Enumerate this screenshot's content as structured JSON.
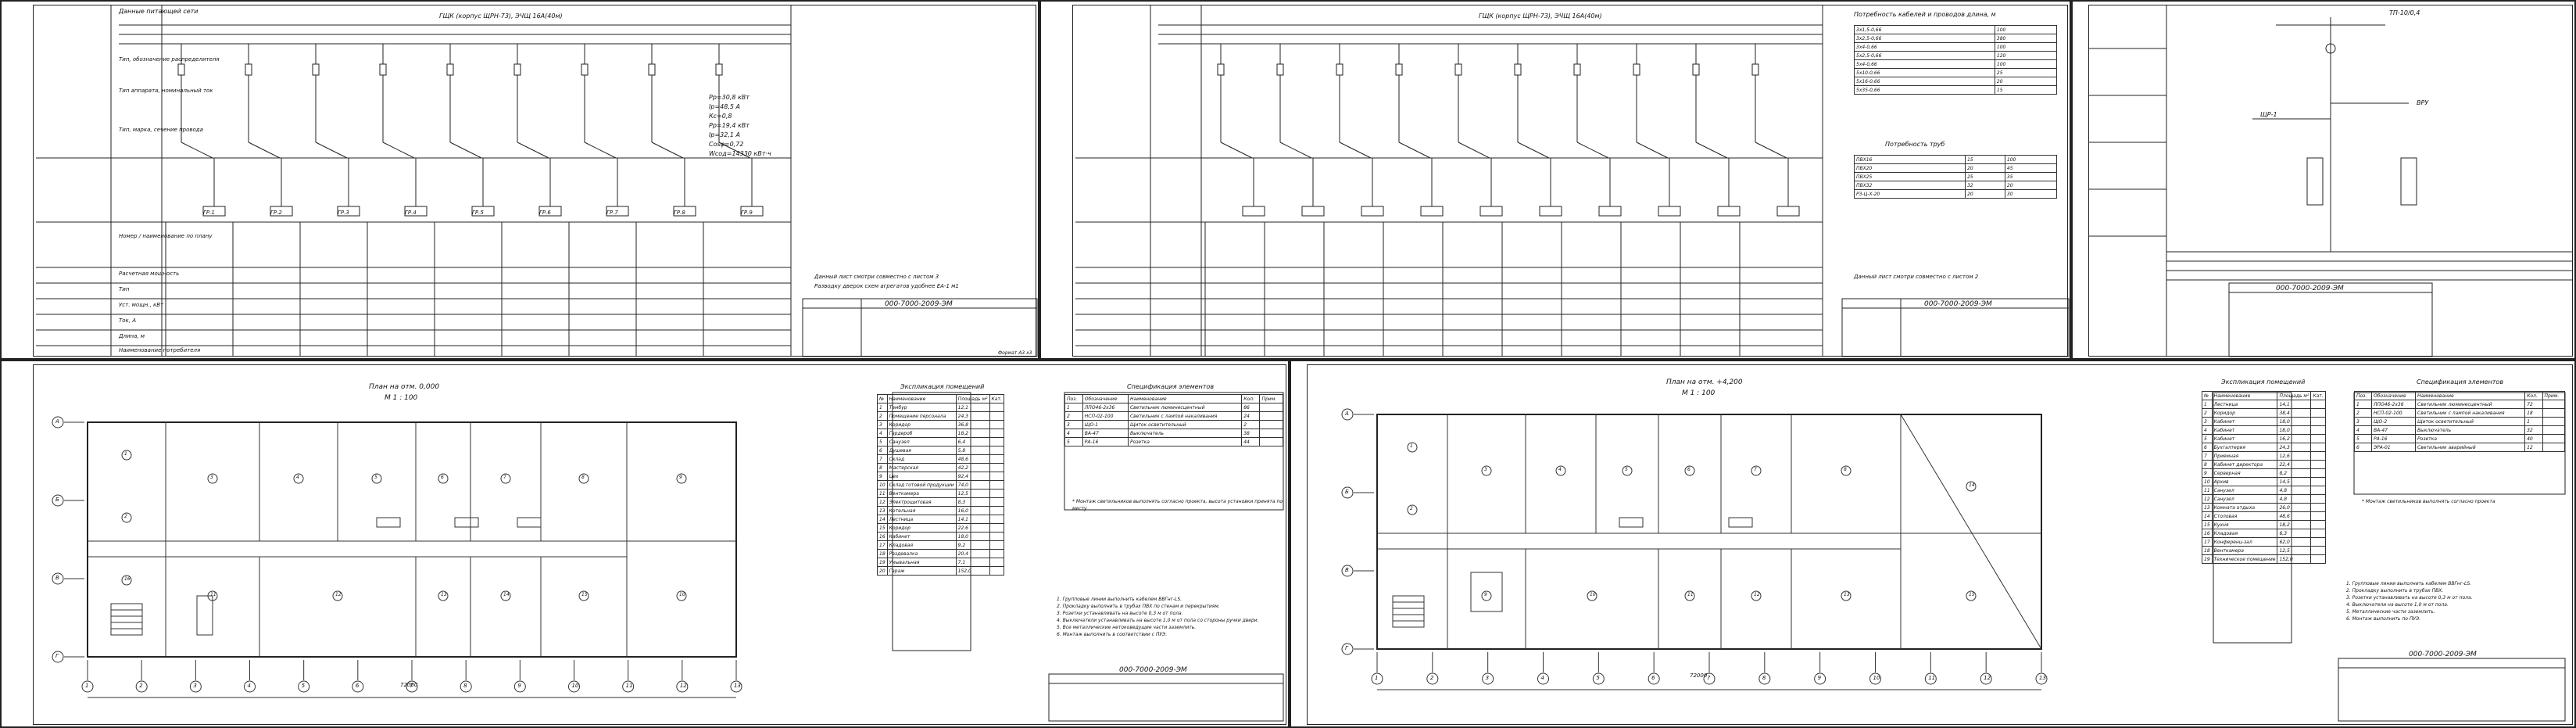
{
  "sheet1": {
    "panel_title": "ГЩК (корпус ЩРН-73), ЭЧЩ 16А(40м)",
    "side_notes": [
      "Данные питающей сети",
      "Тип, обозначение распределителя",
      "Тип аппарата, номинальный ток",
      "Тип, марка, сечение провода",
      "Номер / наименование по плану"
    ],
    "calc_text": [
      "Рр=30,8 кВт",
      "Iр=48,5 А",
      "Кс=0,8",
      "Рр=19,4 кВт",
      "Ip=32,1 А",
      "Cosφ=0,72",
      "Wсод=14330 кВт·ч"
    ],
    "groups": [
      "ГР.1",
      "ГР.2",
      "ГР.3",
      "ГР.4",
      "ГР.5",
      "ГР.6",
      "ГР.7",
      "ГР.8",
      "ГР.9"
    ],
    "rows_left": [
      "Расчетная мощность",
      "Тип",
      "Уст. мощн., кВт",
      "Ток, А",
      "Длина, м",
      "Наименование потребителя"
    ],
    "footer_note": "Данный лист смотри совместно с листом 3",
    "footer_note2": "Разводку дверок схем агрегатов удобнее ЕА-1 м1",
    "doc_code": "000-7000-2009-ЭМ",
    "sheet_code": "Формат А3 х3"
  },
  "sheet2": {
    "panel_title": "ГЩК (корпус ЩРН-73), ЭЧЩ 16А(40м)",
    "table1_title": "Потребность кабелей и проводов длина, м",
    "table1_rows": [
      [
        "3х1,5-0,66",
        "100"
      ],
      [
        "3х2,5-0,66",
        "380"
      ],
      [
        "3х4-0,66",
        "100"
      ],
      [
        "5х2,5-0,66",
        "120"
      ],
      [
        "5х4-0,66",
        "100"
      ],
      [
        "5х10-0,66",
        "25"
      ],
      [
        "5х16-0,66",
        "20"
      ],
      [
        "5х35-0,66",
        "15"
      ]
    ],
    "table2_title": "Потребность труб",
    "table2_rows": [
      [
        "ПВХ16",
        "15",
        "100"
      ],
      [
        "ПВХ20",
        "20",
        "45"
      ],
      [
        "ПВХ25",
        "25",
        "35"
      ],
      [
        "ПВХ32",
        "32",
        "20"
      ],
      [
        "РЗ-Ц-Х-20",
        "20",
        "30"
      ]
    ],
    "footer_note": "Данный лист смотри совместно с листом 2",
    "doc_code": "000-7000-2009-ЭМ"
  },
  "sheet3": {
    "title": "Однолинейная схема",
    "labels": [
      "ТП-10/0,4",
      "ВРУ",
      "ЩР-1"
    ],
    "doc_code": "000-7000-2009-ЭМ"
  },
  "plan1": {
    "title": "План на отм. 0,000",
    "scale": "М 1 : 100",
    "room_table_title": "Экспликация помещений",
    "room_headers": [
      "№",
      "Наименование",
      "Площадь м²",
      "Кат."
    ],
    "rooms": [
      [
        "1",
        "Тамбур",
        "12,1"
      ],
      [
        "2",
        "Помещение персонала",
        "24,3"
      ],
      [
        "3",
        "Коридор",
        "36,8"
      ],
      [
        "4",
        "Гардероб",
        "18,2"
      ],
      [
        "5",
        "Санузел",
        "6,4"
      ],
      [
        "6",
        "Душевая",
        "5,8"
      ],
      [
        "7",
        "Склад",
        "48,6"
      ],
      [
        "8",
        "Мастерская",
        "42,2"
      ],
      [
        "9",
        "Цех",
        "92,4"
      ],
      [
        "10",
        "Склад готовой продукции",
        "74,0"
      ],
      [
        "11",
        "Венткамера",
        "12,5"
      ],
      [
        "12",
        "Электрощитовая",
        "8,3"
      ],
      [
        "13",
        "Котельная",
        "16,0"
      ],
      [
        "14",
        "Лестница",
        "14,1"
      ],
      [
        "15",
        "Коридор",
        "22,6"
      ],
      [
        "16",
        "Кабинет",
        "18,0"
      ],
      [
        "17",
        "Кладовая",
        "9,2"
      ],
      [
        "18",
        "Раздевалка",
        "20,4"
      ],
      [
        "19",
        "Умывальная",
        "7,1"
      ],
      [
        "20",
        "Гараж",
        "152,0"
      ]
    ],
    "spec_title": "Спецификация элементов",
    "spec_headers": [
      "Поз.",
      "Обозначение",
      "Наименование",
      "Кол.",
      "Прим."
    ],
    "spec_rows": [
      [
        "1",
        "ЛПО46-2х36",
        "Светильник люминесцентный",
        "86",
        ""
      ],
      [
        "2",
        "НСП-02-100",
        "Светильник с лампой накаливания",
        "24",
        ""
      ],
      [
        "3",
        "ЩО-1",
        "Щиток осветительный",
        "2",
        ""
      ],
      [
        "4",
        "ВА-47",
        "Выключатель",
        "38",
        ""
      ],
      [
        "5",
        "РА-16",
        "Розетка",
        "44",
        ""
      ]
    ],
    "spec_note": "* Монтаж светильников выполнять согласно проекта, высота установки принята по месту",
    "notes": [
      "1. Групповые линии выполнить кабелем ВВГнг-LS.",
      "2. Прокладку выполнить в трубах ПВХ по стенам и перекрытиям.",
      "3. Розетки устанавливать на высоте 0,3 м от пола.",
      "4. Выключатели устанавливать на высоте 1,0 м от пола со стороны ручки двери.",
      "5. Все металлические нетоковедущие части заземлить.",
      "6. Монтаж выполнить в соответствии с ПУЭ."
    ],
    "doc_code": "000-7000-2009-ЭМ",
    "axes": [
      "1",
      "2",
      "3",
      "4",
      "5",
      "6",
      "7",
      "8",
      "9",
      "10",
      "11",
      "12",
      "13"
    ],
    "row_axes": [
      "А",
      "Б",
      "В",
      "Г"
    ],
    "total_dim": "72000"
  },
  "plan2": {
    "title": "План на отм. +4,200",
    "scale": "М 1 : 100",
    "room_table_title": "Экспликация помещений",
    "room_headers": [
      "№",
      "Наименование",
      "Площадь м²",
      "Кат."
    ],
    "rooms": [
      [
        "1",
        "Лестница",
        "14,1"
      ],
      [
        "2",
        "Коридор",
        "38,4"
      ],
      [
        "3",
        "Кабинет",
        "18,0"
      ],
      [
        "4",
        "Кабинет",
        "18,0"
      ],
      [
        "5",
        "Кабинет",
        "16,2"
      ],
      [
        "6",
        "Бухгалтерия",
        "24,3"
      ],
      [
        "7",
        "Приемная",
        "12,6"
      ],
      [
        "8",
        "Кабинет директора",
        "22,4"
      ],
      [
        "9",
        "Серверная",
        "8,2"
      ],
      [
        "10",
        "Архив",
        "14,5"
      ],
      [
        "11",
        "Санузел",
        "4,8"
      ],
      [
        "12",
        "Санузел",
        "4,8"
      ],
      [
        "13",
        "Комната отдыха",
        "26,0"
      ],
      [
        "14",
        "Столовая",
        "48,6"
      ],
      [
        "15",
        "Кухня",
        "18,2"
      ],
      [
        "16",
        "Кладовая",
        "6,3"
      ],
      [
        "17",
        "Конференц-зал",
        "62,0"
      ],
      [
        "18",
        "Венткамера",
        "12,5"
      ],
      [
        "19",
        "Техническое помещение",
        "152,0"
      ]
    ],
    "spec_title": "Спецификация элементов",
    "spec_headers": [
      "Поз.",
      "Обозначение",
      "Наименование",
      "Кол.",
      "Прим."
    ],
    "spec_rows": [
      [
        "1",
        "ЛПО46-2х36",
        "Светильник люминесцентный",
        "72",
        ""
      ],
      [
        "2",
        "НСП-02-100",
        "Светильник с лампой накаливания",
        "18",
        ""
      ],
      [
        "3",
        "ЩО-2",
        "Щиток осветительный",
        "1",
        ""
      ],
      [
        "4",
        "ВА-47",
        "Выключатель",
        "32",
        ""
      ],
      [
        "5",
        "РА-16",
        "Розетка",
        "40",
        ""
      ],
      [
        "6",
        "ЭРА-01",
        "Светильник аварийный",
        "12",
        ""
      ]
    ],
    "spec_note": "* Монтаж светильников выполнять согласно проекта",
    "notes": [
      "1. Групповые линии выполнить кабелем ВВГнг-LS.",
      "2. Прокладку выполнить в трубах ПВХ.",
      "3. Розетки устанавливать на высоте 0,3 м от пола.",
      "4. Выключатели на высоте 1,0 м от пола.",
      "5. Металлические части заземлить.",
      "6. Монтаж выполнить по ПУЭ."
    ],
    "doc_code": "000-7000-2009-ЭМ",
    "axes": [
      "1",
      "2",
      "3",
      "4",
      "5",
      "6",
      "7",
      "8",
      "9",
      "10",
      "11",
      "12",
      "13"
    ],
    "row_axes": [
      "А",
      "Б",
      "В",
      "Г"
    ],
    "total_dim": "72000"
  }
}
